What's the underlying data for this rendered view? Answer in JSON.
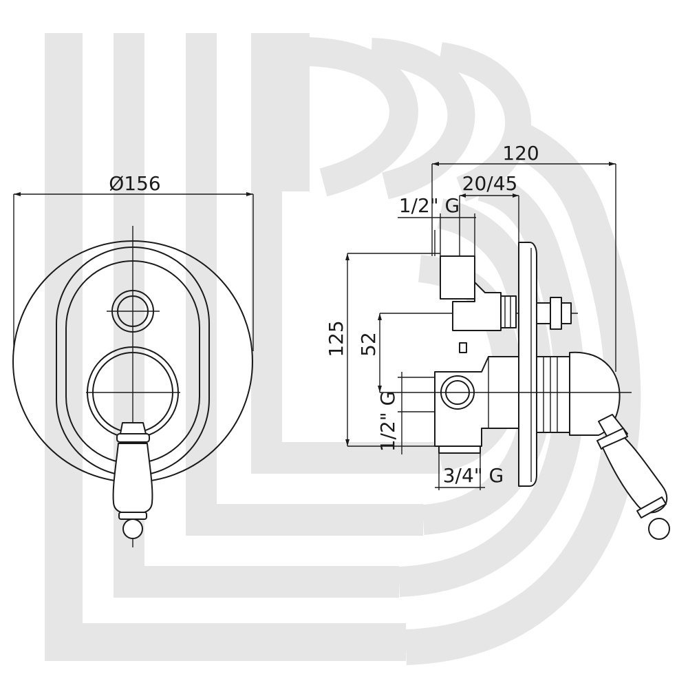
{
  "drawing": {
    "watermark_icon": "b-letter-logo-watermark",
    "line_color": "#1a1a1a",
    "watermark_color": "#e6e6e6",
    "front_view": {
      "diameter_label": "Ø156"
    },
    "side_view": {
      "depth_label": "120",
      "adjust_label": "20/45",
      "top_inlet_label": "1/2\" G",
      "height_label": "125",
      "offset_label": "52",
      "side_inlet_label": "1/2\" G",
      "bottom_outlet_label": "3/4\" G"
    }
  }
}
